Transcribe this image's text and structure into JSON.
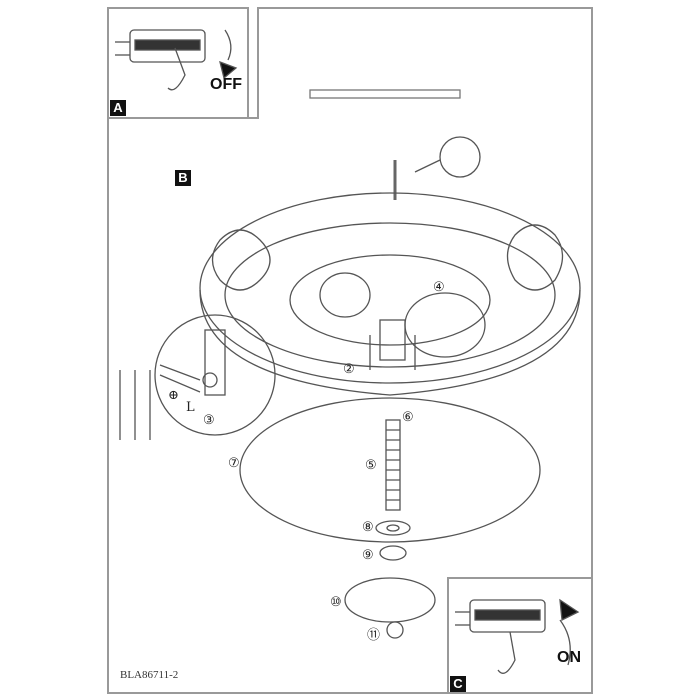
{
  "panels": {
    "a": {
      "label": "A",
      "switch_state": "OFF"
    },
    "b": {
      "label": "B"
    },
    "c": {
      "label": "C",
      "switch_state": "ON"
    }
  },
  "detail_labels": {
    "live": "L",
    "earth": "⊕"
  },
  "part_numbers": [
    "②",
    "③",
    "④",
    "⑤",
    "⑥",
    "⑦",
    "⑧",
    "⑨",
    "⑩",
    "⑪"
  ],
  "document_code": "BLA86711-2"
}
